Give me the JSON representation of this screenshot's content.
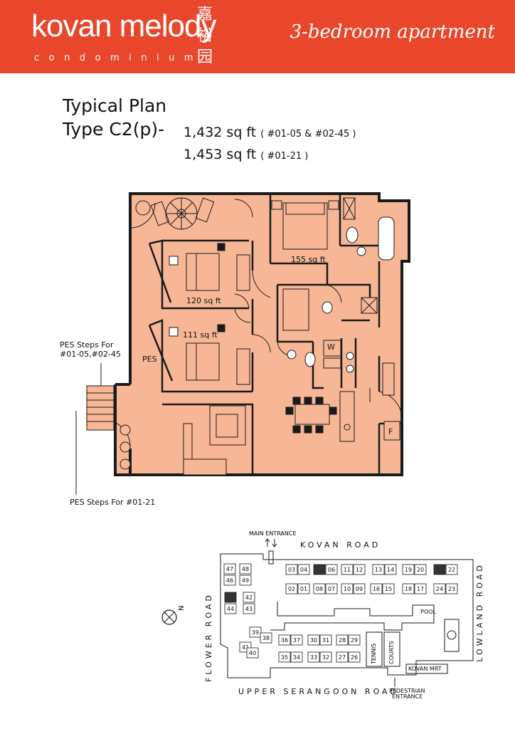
{
  "header": {
    "brand_name_left": "kovan",
    "brand_name_right": "melody",
    "brand_sub": "condominium",
    "chinese_name": "嘉裕园",
    "tagline": "3-bedroom apartment",
    "colors": {
      "header_bg": "#e8472b",
      "plan_fill": "#f7b797",
      "wall": "#1a1a1a"
    }
  },
  "plan": {
    "title_line1": "Typical Plan",
    "title_line2": "Type C2(p)-",
    "size1_value": "1,432 sq ft",
    "size1_units": "( #01-05 & #02-45 )",
    "size2_value": "1,453 sq ft",
    "size2_units": "( #01-21 )",
    "rooms": {
      "master": "155 sq ft",
      "bedroom2": "120 sq ft",
      "bedroom3": "111 sq ft",
      "pes": "PES",
      "washer": "W",
      "fridge": "F"
    },
    "pes_steps_a_line1": "PES Steps For",
    "pes_steps_a_line2": "#01-05,#02-45",
    "pes_steps_b": "PES Steps For #01-21"
  },
  "site": {
    "main_entrance": "MAIN ENTRANCE",
    "road_top": "KOVAN ROAD",
    "road_bottom": "UPPER SERANGOON ROAD",
    "road_left": "FLOWER ROAD",
    "road_right": "LOWLAND ROAD",
    "pool": "POOL",
    "tennis": "TENNIS",
    "courts": "COURTS",
    "mrt": "KOVAN MRT",
    "pedestrian_line1": "PEDESTRIAN",
    "pedestrian_line2": "ENTRANCE",
    "north": "N",
    "blocks": {
      "b03": "03",
      "b04": "04",
      "b06": "06",
      "b11": "11",
      "b12": "12",
      "b13": "13",
      "b14": "14",
      "b19": "19",
      "b20": "20",
      "b22": "22",
      "b02": "02",
      "b01": "01",
      "b08": "08",
      "b07": "07",
      "b10": "10",
      "b09": "09",
      "b16": "16",
      "b15": "15",
      "b18": "18",
      "b17": "17",
      "b24": "24",
      "b23": "23",
      "b47": "47",
      "b48": "48",
      "b46": "46",
      "b49": "49",
      "b42": "42",
      "b44": "44",
      "b43": "43",
      "b39": "39",
      "b38": "38",
      "b41": "41",
      "b40": "40",
      "b36": "36",
      "b37": "37",
      "b30": "30",
      "b31": "31",
      "b28": "28",
      "b29": "29",
      "b35": "35",
      "b34": "34",
      "b33": "33",
      "b32": "32",
      "b27": "27",
      "b26": "26"
    }
  }
}
